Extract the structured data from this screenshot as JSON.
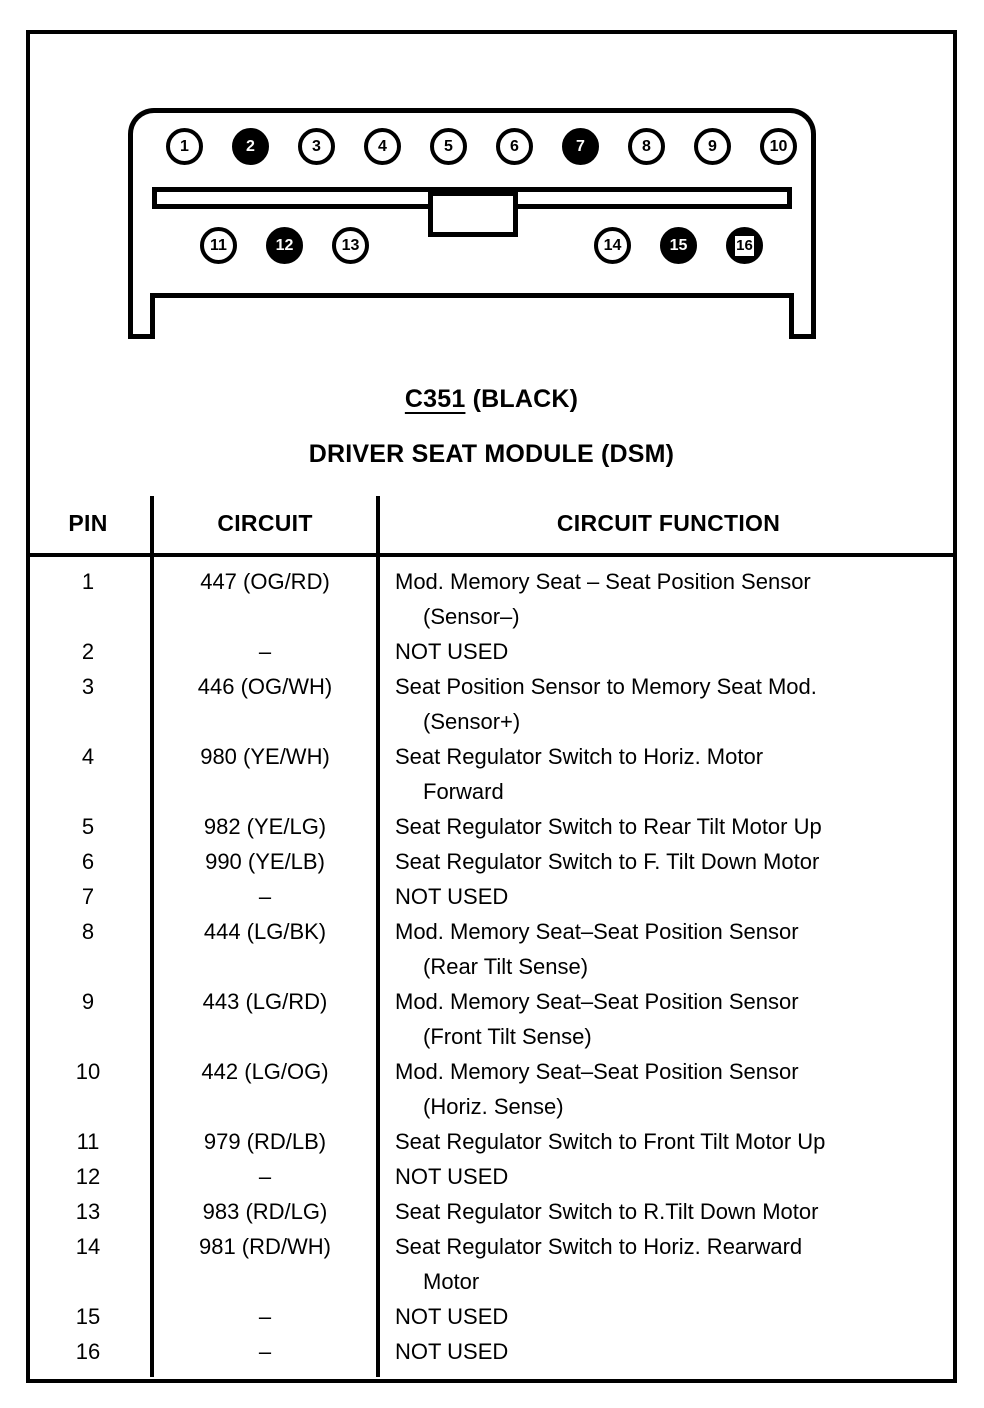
{
  "figure": {
    "connector_id": "C351",
    "connector_color": "(BLACK)",
    "module_name": "DRIVER SEAT MODULE (DSM)",
    "pins_top_row": [
      {
        "number": "1",
        "style": "open"
      },
      {
        "number": "2",
        "style": "filled"
      },
      {
        "number": "3",
        "style": "open"
      },
      {
        "number": "4",
        "style": "open"
      },
      {
        "number": "5",
        "style": "open"
      },
      {
        "number": "6",
        "style": "open"
      },
      {
        "number": "7",
        "style": "filled"
      },
      {
        "number": "8",
        "style": "open"
      },
      {
        "number": "9",
        "style": "open"
      },
      {
        "number": "10",
        "style": "open"
      }
    ],
    "pins_bottom_left": [
      {
        "number": "11",
        "style": "open"
      },
      {
        "number": "12",
        "style": "filled"
      },
      {
        "number": "13",
        "style": "open"
      }
    ],
    "pins_bottom_right": [
      {
        "number": "14",
        "style": "open"
      },
      {
        "number": "15",
        "style": "filled"
      },
      {
        "number": "16",
        "style": "boxed"
      }
    ]
  },
  "table": {
    "headers": {
      "pin": "PIN",
      "circuit": "CIRCUIT",
      "function": "CIRCUIT FUNCTION"
    },
    "rows": [
      {
        "pin": "1",
        "circuit": "447 (OG/RD)",
        "function": "Mod. Memory Seat – Seat Position Sensor",
        "function_cont": "(Sensor–)"
      },
      {
        "pin": "2",
        "circuit": "–",
        "function": "NOT USED",
        "function_cont": ""
      },
      {
        "pin": "3",
        "circuit": "446 (OG/WH)",
        "function": "Seat Position Sensor to Memory Seat Mod.",
        "function_cont": "(Sensor+)"
      },
      {
        "pin": "4",
        "circuit": "980 (YE/WH)",
        "function": "Seat Regulator Switch to Horiz. Motor",
        "function_cont": "Forward"
      },
      {
        "pin": "5",
        "circuit": "982 (YE/LG)",
        "function": "Seat Regulator Switch to Rear Tilt Motor Up",
        "function_cont": ""
      },
      {
        "pin": "6",
        "circuit": "990 (YE/LB)",
        "function": "Seat Regulator Switch to F. Tilt Down Motor",
        "function_cont": ""
      },
      {
        "pin": "7",
        "circuit": "–",
        "function": "NOT USED",
        "function_cont": ""
      },
      {
        "pin": "8",
        "circuit": "444 (LG/BK)",
        "function": "Mod. Memory Seat–Seat Position Sensor",
        "function_cont": "(Rear Tilt Sense)"
      },
      {
        "pin": "9",
        "circuit": "443 (LG/RD)",
        "function": "Mod. Memory Seat–Seat Position Sensor",
        "function_cont": "(Front Tilt Sense)"
      },
      {
        "pin": "10",
        "circuit": "442 (LG/OG)",
        "function": "Mod. Memory Seat–Seat Position Sensor",
        "function_cont": "(Horiz. Sense)"
      },
      {
        "pin": "11",
        "circuit": "979 (RD/LB)",
        "function": "Seat Regulator Switch to Front Tilt Motor Up",
        "function_cont": ""
      },
      {
        "pin": "12",
        "circuit": "–",
        "function": "NOT USED",
        "function_cont": ""
      },
      {
        "pin": "13",
        "circuit": "983 (RD/LG)",
        "function": "Seat Regulator Switch to R.Tilt Down Motor",
        "function_cont": ""
      },
      {
        "pin": "14",
        "circuit": "981 (RD/WH)",
        "function": "Seat Regulator Switch to Horiz. Rearward",
        "function_cont": "Motor"
      },
      {
        "pin": "15",
        "circuit": "–",
        "function": "NOT USED",
        "function_cont": ""
      },
      {
        "pin": "16",
        "circuit": "–",
        "function": "NOT USED",
        "function_cont": ""
      }
    ]
  },
  "colors": {
    "ink": "#000000",
    "paper": "#ffffff"
  }
}
